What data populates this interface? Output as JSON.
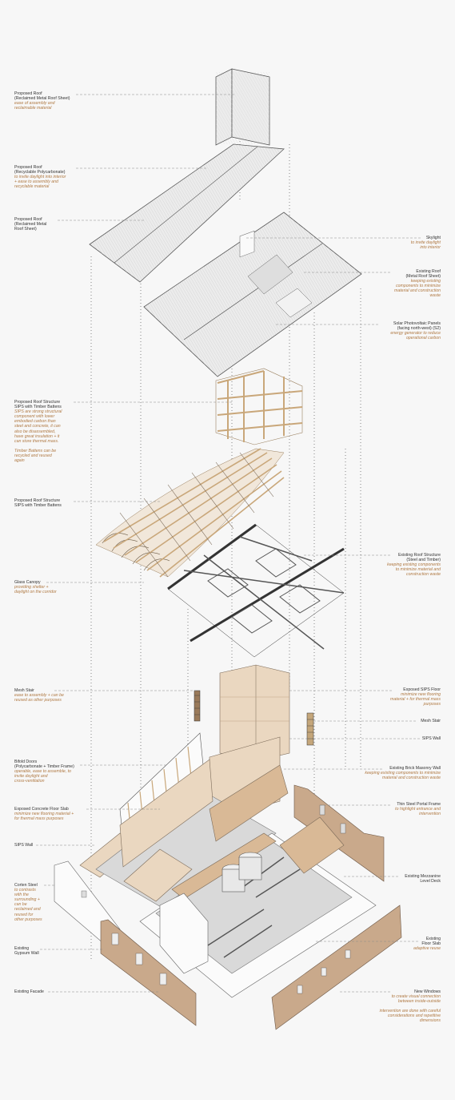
{
  "labels": {
    "proposed_roof_1": {
      "title": [
        "Proposed Roof",
        "(Reclaimed Metal Roof Sheet)"
      ],
      "desc": [
        "ease of assembly and",
        "reclaimable material"
      ]
    },
    "proposed_roof_2": {
      "title": [
        "Proposed Roof",
        "(Recyclable Polycarbonate)"
      ],
      "desc": [
        "to invite daylight into interior",
        "+ ease to assembly and",
        "recyclable material"
      ]
    },
    "proposed_roof_3": {
      "title": [
        "Proposed Roof",
        "(Reclaimed Metal",
        "Roof Sheet)"
      ],
      "desc": []
    },
    "skylight": {
      "title": [
        "Skylight"
      ],
      "desc": [
        "to invite daylight",
        "into interior"
      ]
    },
    "existing_roof": {
      "title": [
        "Existing Roof",
        "(Metal Roof Sheet)"
      ],
      "desc": [
        "keeping existing",
        "components to minimize",
        "material and construction",
        "waste"
      ]
    },
    "solar_pv": {
      "title": [
        "Solar Photovoltaic Panels",
        "(facing north-west) (S2)"
      ],
      "desc": [
        "energy generator to reduce",
        "operational carbon"
      ]
    },
    "roof_structure_sips_1": {
      "title": [
        "Proposed Roof Structure",
        "SIPS with Timber Battens"
      ],
      "desc": [
        "SIPS are strong structural",
        "component with lower",
        "embodied carbon than",
        "steel and concrete, it can",
        "also be disassembled,",
        "have great insulation + it",
        "can store thermal mass.",
        "",
        "Timber Battens can be",
        "recycled and reused",
        "again"
      ]
    },
    "roof_structure_sips_2": {
      "title": [
        "Proposed Roof Structure",
        "SIPS with Timber Battens"
      ],
      "desc": []
    },
    "existing_roof_structure": {
      "title": [
        "Existing Roof Structure",
        "(Steel and Timber)"
      ],
      "desc": [
        "keeping existing components",
        "to minimize material and",
        "construction waste"
      ]
    },
    "glass_canopy": {
      "title": [
        "Glass Canopy"
      ],
      "desc": [
        "providing shelter +",
        "daylight on the corridor"
      ]
    },
    "mesh_stair_left": {
      "title": [
        "Mesh Stair"
      ],
      "desc": [
        "ease to assembly + can be",
        "reused as other purposes"
      ]
    },
    "exposed_sips_floor": {
      "title": [
        "Exposed SIPS Floor"
      ],
      "desc": [
        "minimize new flooring",
        "material + for thermal mass",
        "purposes"
      ]
    },
    "mesh_stair_right": {
      "title": [
        "Mesh Stair"
      ],
      "desc": []
    },
    "sips_wall_right": {
      "title": [
        "SIPS Wall"
      ],
      "desc": []
    },
    "bifold_doors": {
      "title": [
        "Bifold Doors",
        "(Polycarbonate + Timber Frame)"
      ],
      "desc": [
        "operable, ease to assemble, to",
        "invite daylight and",
        "cross-ventilation"
      ]
    },
    "existing_brick_wall": {
      "title": [
        "Existing Brick Masonry Wall"
      ],
      "desc": [
        "keeping existing components to minimize",
        "material and construction waste"
      ]
    },
    "thin_steel_portal": {
      "title": [
        "Thin Steel Portal Frame"
      ],
      "desc": [
        "to highlight entrance and",
        "intervention"
      ]
    },
    "exposed_concrete_slab": {
      "title": [
        "Exposed Concrete Floor Slab"
      ],
      "desc": [
        "minimize new flooring material +",
        "for thermal mass purposes"
      ]
    },
    "sips_wall_left": {
      "title": [
        "SIPS Wall"
      ],
      "desc": []
    },
    "existing_mezzanine": {
      "title": [
        "Existing Mezzanine",
        "Level Deck"
      ],
      "desc": []
    },
    "corten_steel": {
      "title": [
        "Corten Steel"
      ],
      "desc": [
        "to contrasts",
        "with the",
        "surrounding +",
        "can be",
        "reclaimed and",
        "reused for",
        "other purposes"
      ]
    },
    "existing_floor_slab": {
      "title": [
        "Existing",
        "Floor Slab"
      ],
      "desc": [
        "adaptive reuse"
      ]
    },
    "existing_gypsum_wall": {
      "title": [
        "Existing",
        "Gypsum Wall"
      ],
      "desc": []
    },
    "existing_facade": {
      "title": [
        "Existing Facade"
      ],
      "desc": []
    },
    "new_windows": {
      "title": [
        "New Windows"
      ],
      "desc": [
        "to create visual connection",
        "between inside-outside",
        "",
        "intervention are done with careful",
        "considerations and repetitive",
        "dimensions"
      ]
    }
  },
  "colors": {
    "background": "#f7f7f7",
    "title_text": "#333333",
    "desc_text": "#b07a44",
    "timber": "#c9a77a",
    "brick": "#c9a98b",
    "leader_line": "#8a8a8a"
  }
}
